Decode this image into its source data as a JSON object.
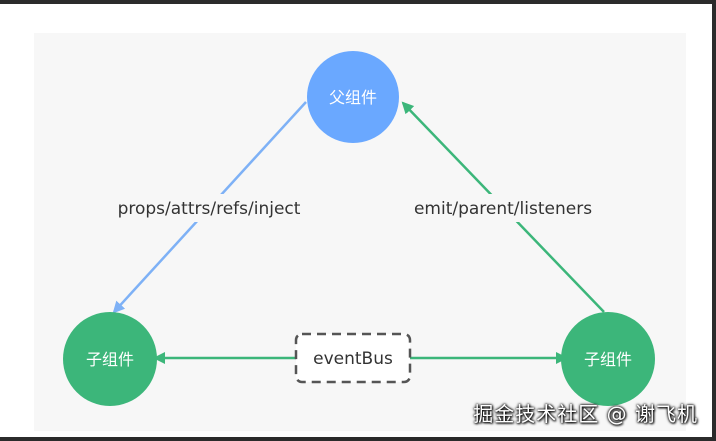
{
  "nodes": {
    "parent": {
      "label": "父组件",
      "color": "#6aa8ff"
    },
    "child_left": {
      "label": "子组件",
      "color": "#3cb67a"
    },
    "child_right": {
      "label": "子组件",
      "color": "#3cb67a"
    },
    "bus": {
      "label": "eventBus"
    }
  },
  "edges": {
    "parent_to_child": {
      "label": "props/attrs/refs/inject",
      "color": "#7eb1f6"
    },
    "child_to_parent": {
      "label": "emit/parent/listeners",
      "color": "#3cb67a"
    },
    "bus_links_color": "#3cb67a"
  },
  "watermark": "掘金技术社区 @ 谢飞机"
}
